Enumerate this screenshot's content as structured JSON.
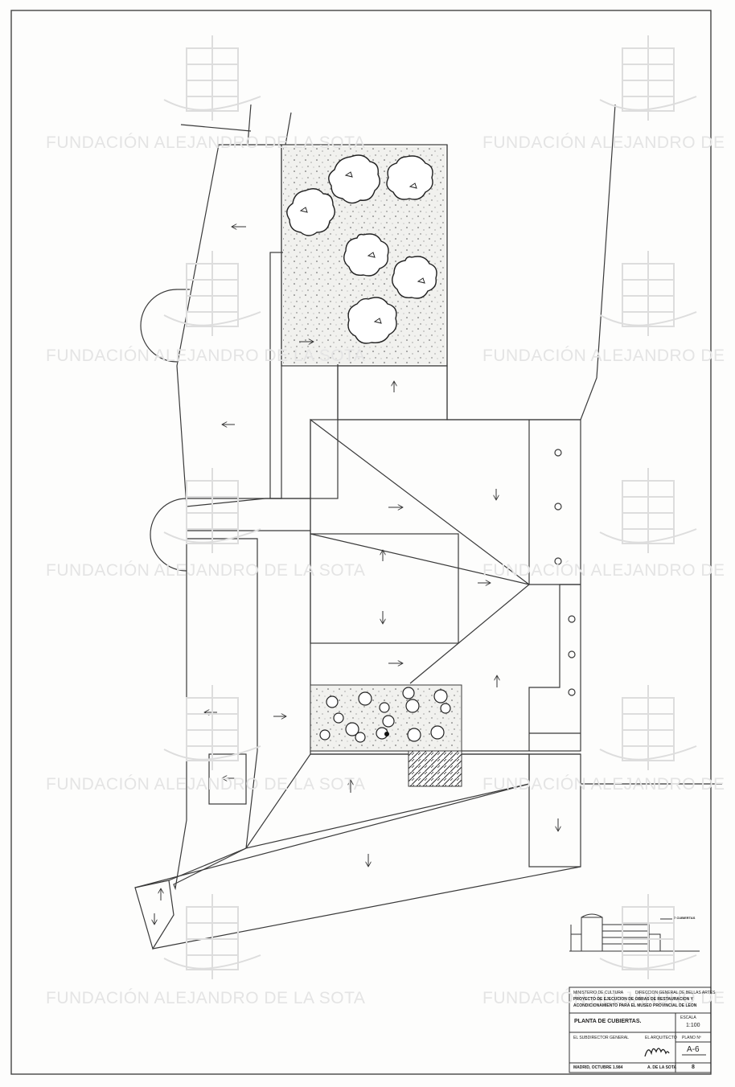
{
  "watermark": {
    "text_full": "FUNDACIÓN ALEJANDRO DE LA SOTA",
    "text_cut": "FUNDACIÓN ALEJANDRO DE"
  },
  "elevation_key": {
    "label": "7 CUBIERTAS"
  },
  "title_block": {
    "ministry": "MINISTERIO DE CULTURA",
    "directorate": "DIRECCION GENERAL DE BELLAS ARTES",
    "project_line1": "PROYECTO DE EJECUCION DE OBRAS DE RESTAURACION Y",
    "project_line2": "ACONDICIONAMIENTO PARA EL MUSEO PROVINCIAL DE LEON",
    "drawing_title": "PLANTA DE CUBIERTAS.",
    "scale_label": "ESCALA",
    "scale_value": "1:100",
    "subdirector_label": "EL SUBDIRECTOR GENERAL",
    "architect_label": "EL ARQUITECTO",
    "plan_label": "PLANO Nº",
    "plan_value": "A-6",
    "date": "MADRID, OCTUBRE 1.984",
    "architect_name": "A. DE LA SOTA",
    "sheet_number": "8"
  },
  "icons": [
    "arrow-icon",
    "tree-icon",
    "foundation-logo-icon",
    "signature-icon"
  ]
}
